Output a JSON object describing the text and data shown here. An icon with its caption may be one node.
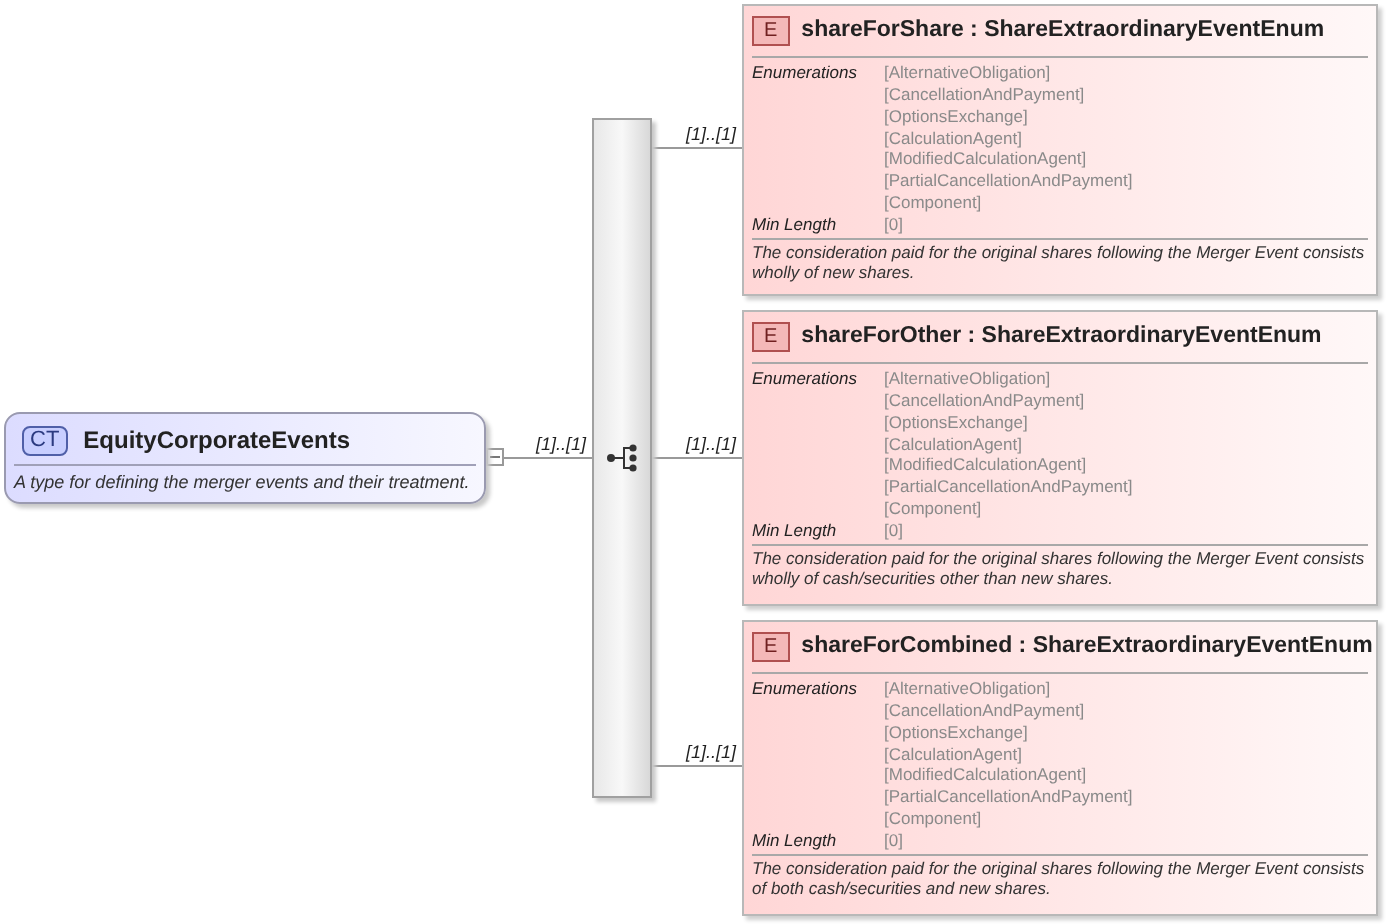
{
  "diagram": {
    "nodes": [
      {
        "text": [
          "CT",
          "EquityCorporateEvents",
          "A type for defining the merger events and their treatment."
        ]
      },
      {
        "text": [],
        "shape": "bar"
      },
      {
        "text": [
          "E",
          "shareForShare : ShareExtraordinaryEventEnum",
          "Enumerations",
          "[AlternativeObligation]",
          "[CancellationAndPayment]",
          "[OptionsExchange]",
          "[CalculationAgent]",
          "[ModifiedCalculationAgent]",
          "[PartialCancellationAndPayment]",
          "[Component]",
          "Min Length",
          "[0]",
          "The consideration paid for the original shares following the Merger Event consists wholly of new shares."
        ]
      },
      {
        "text": [
          "E",
          "shareForOther : ShareExtraordinaryEventEnum",
          "Enumerations",
          "[AlternativeObligation]",
          "[CancellationAndPayment]",
          "[OptionsExchange]",
          "[CalculationAgent]",
          "[ModifiedCalculationAgent]",
          "[PartialCancellationAndPayment]",
          "[Component]",
          "Min Length",
          "[0]",
          "The consideration paid for the original shares following the Merger Event consists wholly of cash/securities other than new shares."
        ]
      },
      {
        "text": [
          "E",
          "shareForCombined : ShareExtraordinaryEventEnum",
          "Enumerations",
          "[AlternativeObligation]",
          "[CancellationAndPayment]",
          "[OptionsExchange]",
          "[CalculationAgent]",
          "[ModifiedCalculationAgent]",
          "[PartialCancellationAndPayment]",
          "[Component]",
          "Min Length",
          "[0]",
          "The consideration paid for the original shares following the Merger Event consists of both cash/securities and new shares."
        ]
      }
    ],
    "edges": [
      {
        "from": 0,
        "to": 1,
        "arrow": "none",
        "label": "[1]..[1]"
      },
      {
        "from": 1,
        "to": 2,
        "arrow": "none",
        "label": "[1]..[1]"
      },
      {
        "from": 1,
        "to": 3,
        "arrow": "none",
        "label": "[1]..[1]"
      },
      {
        "from": 1,
        "to": 4,
        "arrow": "none",
        "label": "[1]..[1]"
      }
    ]
  }
}
